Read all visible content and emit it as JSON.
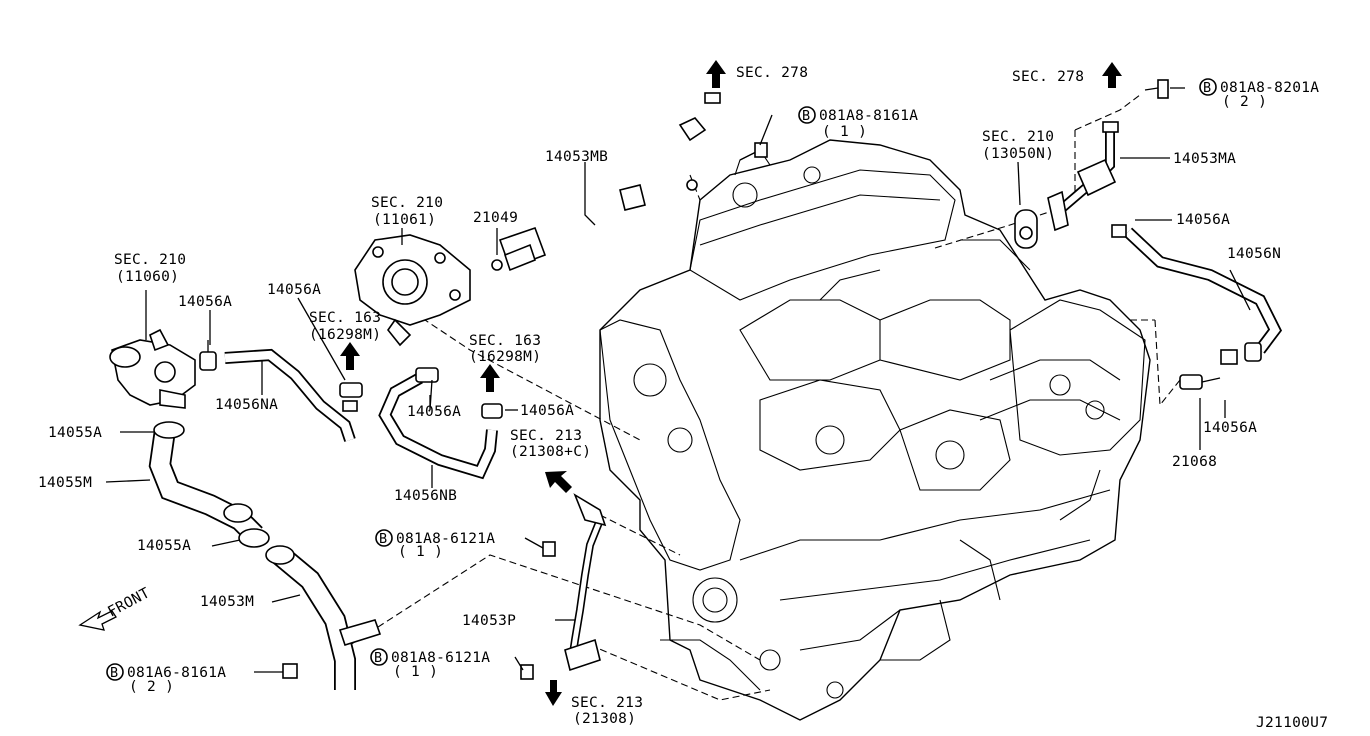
{
  "diagram_id": "J21100U7",
  "front_label": "FRONT",
  "labels": {
    "sec278_top": "SEC. 278",
    "sec278_right": "SEC. 278",
    "bolt_8161_top": "081A8-8161A",
    "bolt_8161_top_qty": "( 1 )",
    "bolt_8201": "081A8-8201A",
    "bolt_8201_qty": "( 2 )",
    "p14053MB": "14053MB",
    "p14053MA": "14053MA",
    "sec210_13050": "SEC. 210",
    "sec210_13050_sub": "(13050N)",
    "p14056A_right": "14056A",
    "p14056N": "14056N",
    "sec210_11061": "SEC. 210",
    "sec210_11061_sub": "(11061)",
    "p21049": "21049",
    "sec210_11060": "SEC. 210",
    "sec210_11060_sub": "(11060)",
    "p14056A_left": "14056A",
    "p14056A_mid": "14056A",
    "sec163_a": "SEC. 163",
    "sec163_a_sub": "(16298M)",
    "sec163_b": "SEC. 163",
    "sec163_b_sub": "(16298M)",
    "p14056NA": "14056NA",
    "p14055A_top": "14055A",
    "p14056A_c1": "14056A",
    "p14056A_c2": "14056A",
    "sec213_a": "SEC. 213",
    "sec213_a_sub": "(21308+C)",
    "p14056NB": "14056NB",
    "p14055M": "14055M",
    "bolt_6121_a": "081A8-6121A",
    "bolt_6121_a_qty": "( 1 )",
    "p14055A_bot": "14055A",
    "p14053M": "14053M",
    "p14053P": "14053P",
    "bolt_6121_b": "081A8-6121A",
    "bolt_6121_b_qty": "( 1 )",
    "bolt_a6_8161": "081A6-8161A",
    "bolt_a6_8161_qty": "( 2 )",
    "sec213_b": "SEC. 213",
    "sec213_b_sub": "(21308)",
    "p14056A_r2": "14056A",
    "p21068": "21068"
  },
  "bolt_marker": "B"
}
